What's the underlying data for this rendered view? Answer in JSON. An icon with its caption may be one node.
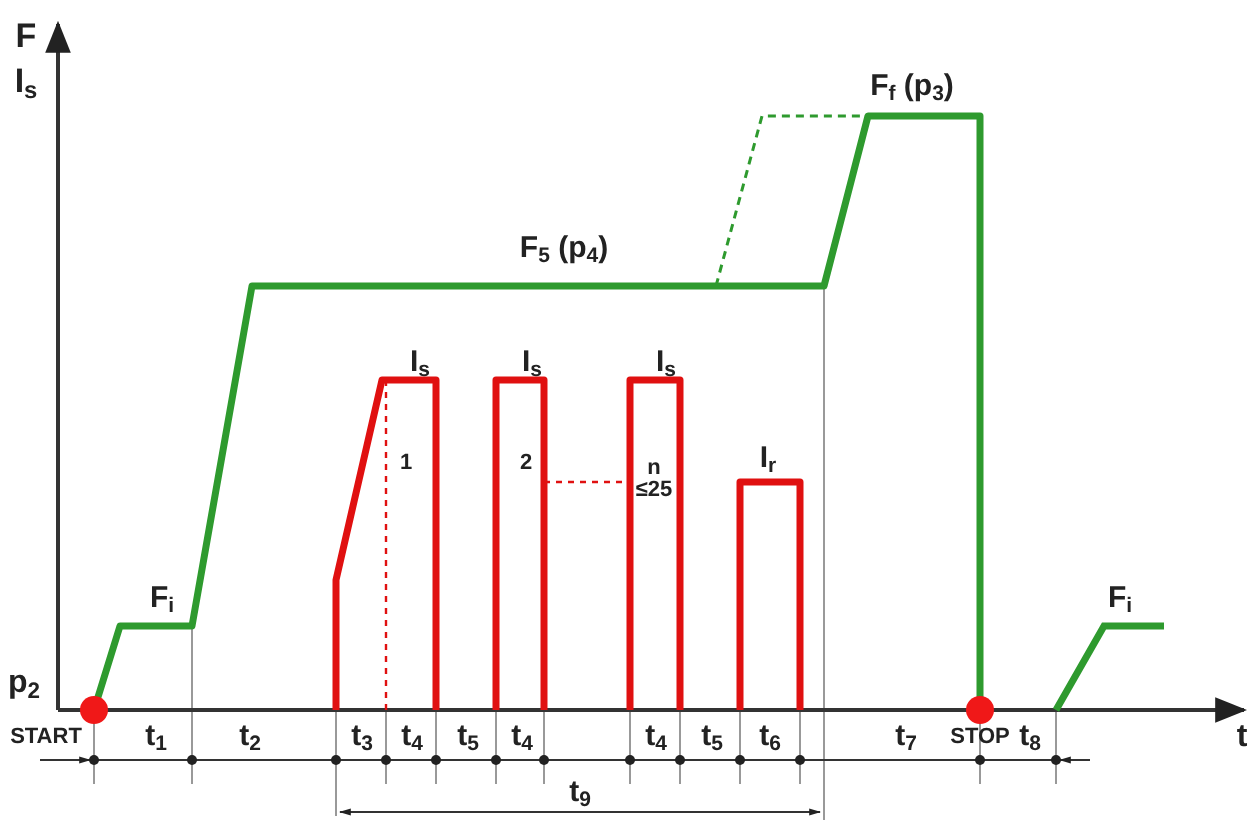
{
  "diagram": {
    "labels": [
      "F",
      "I$_{s}$",
      "F$_{5}$ (p$_{4}$)",
      "F$_{f}$ (p$_{3}$)",
      "I$_{s}$",
      "I$_{s}$",
      "I$_{s}$",
      "1",
      "2",
      "n ≤25",
      "I$_{r}$",
      "F$_{i}$",
      "p$_{2}$",
      "START",
      "t$_{1}$",
      "t$_{2}$",
      "t$_{3}$",
      "t$_{4}$",
      "t$_{5}$",
      "t$_{4}$",
      "t$_{4}$",
      "t$_{5}$",
      "t$_{6}$",
      "t$_{7}$",
      "STOP",
      "t$_{8}$",
      "t$_{9}$",
      "t",
      "F$_{i}$"
    ]
  }
}
